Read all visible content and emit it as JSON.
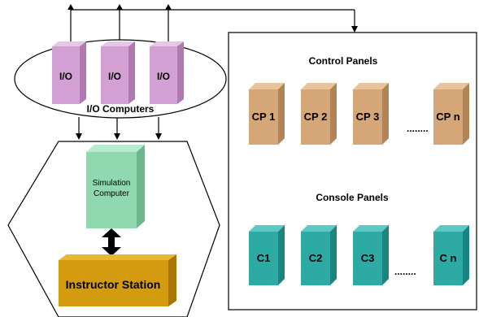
{
  "io_group": {
    "caption": "I/O Computers",
    "boxes": [
      "I/O",
      "I/O",
      "I/O"
    ]
  },
  "simulation": {
    "line1": "Simulation",
    "line2": "Computer"
  },
  "instructor": {
    "label": "Instructor Station"
  },
  "control_panels": {
    "heading": "Control Panels",
    "boxes": [
      "CP 1",
      "CP 2",
      "CP 3",
      "CP n"
    ],
    "ellipsis": "........"
  },
  "console_panels": {
    "heading": "Console Panels",
    "boxes": [
      "C1",
      "C2",
      "C3",
      "C n"
    ],
    "ellipsis": "........"
  },
  "colors": {
    "io_front": "#d2a0d2",
    "io_top": "#e8c6e8",
    "io_side": "#b07ab0",
    "sim_front": "#8fd8b0",
    "sim_top": "#b8ecd0",
    "sim_side": "#6ab88c",
    "instr_front": "#d49a10",
    "instr_top": "#e8b830",
    "instr_side": "#a87608",
    "cp_front": "#d4a678",
    "cp_top": "#e8c49c",
    "cp_side": "#b08456",
    "c_front": "#2eaaa4",
    "c_top": "#5ccac4",
    "c_side": "#1c8480"
  }
}
